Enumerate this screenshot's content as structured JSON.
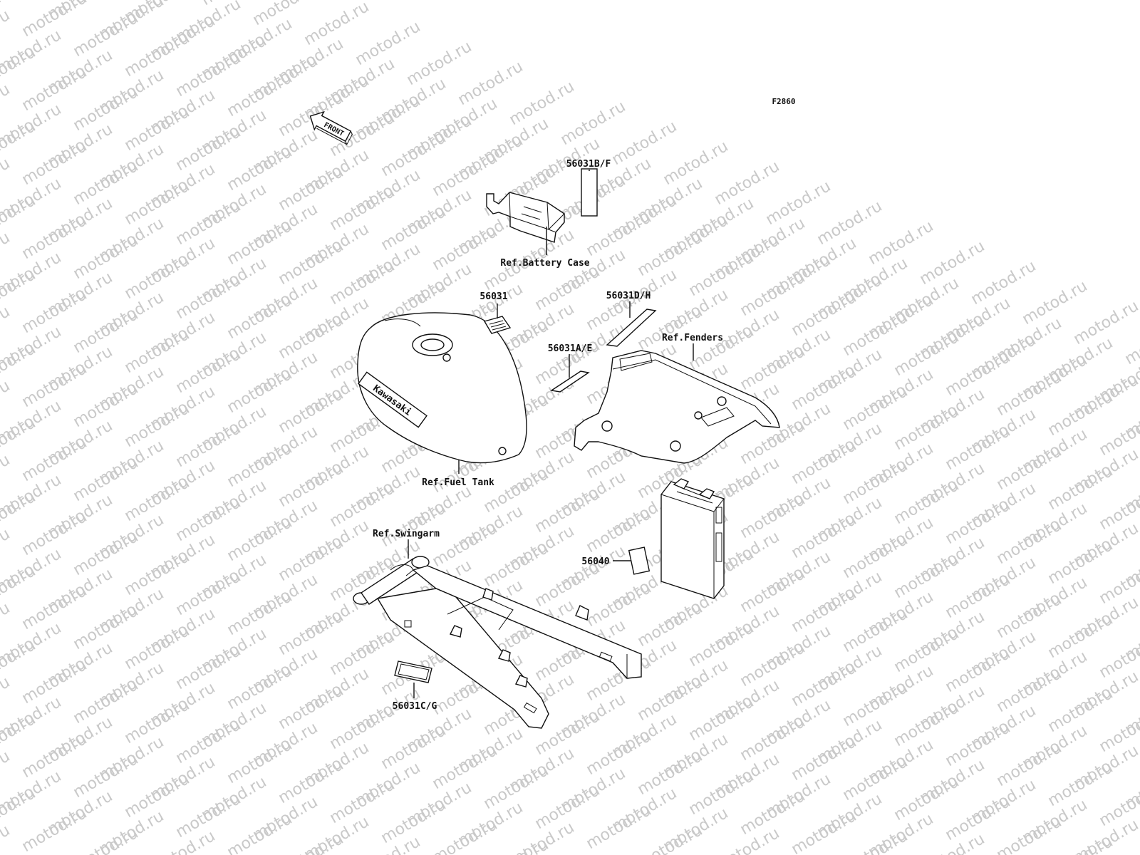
{
  "figure_code": "F2860",
  "front_arrow_label": "FRONT",
  "watermark": "motod.ru",
  "tank_logo_text": "Kawasaki",
  "callouts": {
    "battery_case_part": "56031B/F",
    "battery_case_ref": "Ref.Battery Case",
    "tank_label_part": "56031",
    "fender_label_upper": "56031D/H",
    "fender_label_lower": "56031A/E",
    "fenders_ref": "Ref.Fenders",
    "fuel_tank_ref": "Ref.Fuel Tank",
    "battery_label_part": "56040",
    "swingarm_ref": "Ref.Swingarm",
    "swingarm_label_part": "56031C/G"
  }
}
